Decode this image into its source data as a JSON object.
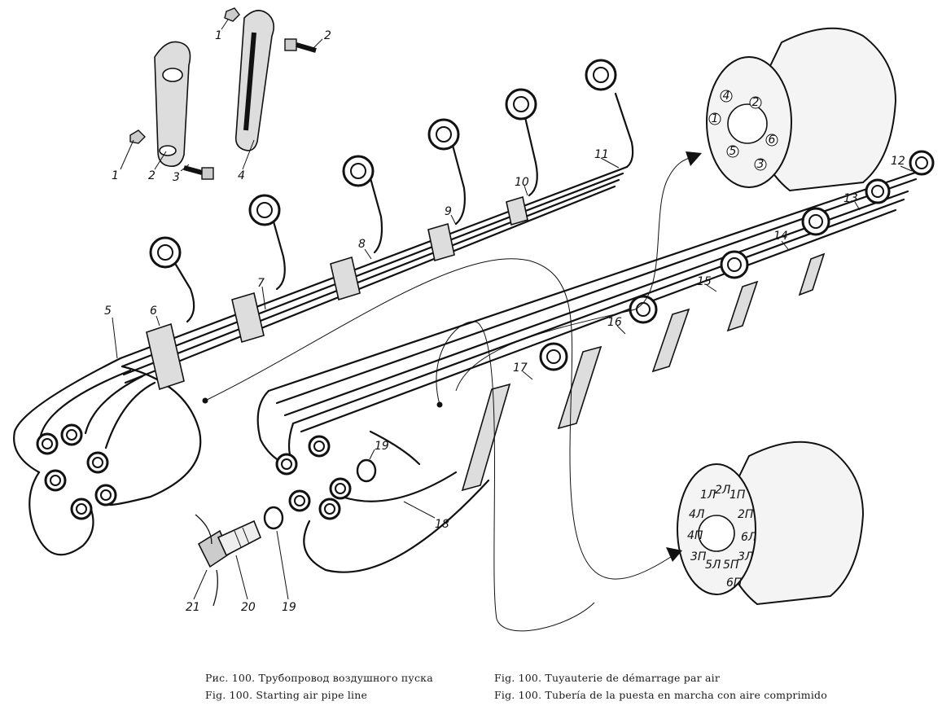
{
  "captions": {
    "ru": "Рис. 100. Трубопровод воздушного пуска",
    "en": "Fig. 100. Starting air pipe line",
    "fr": "Fig. 100. Tuyauterie de démarrage par air",
    "es": "Fig. 100. Tubería de la puesta en marcha con aire comprimido"
  },
  "callouts": [
    "1",
    "1",
    "2",
    "2",
    "3",
    "4",
    "5",
    "6",
    "7",
    "8",
    "9",
    "10",
    "11",
    "12",
    "13",
    "14",
    "15",
    "16",
    "17",
    "18",
    "19",
    "19",
    "20",
    "21"
  ],
  "distributor_upper": {
    "ports": [
      "1",
      "2",
      "3",
      "4",
      "5",
      "6"
    ]
  },
  "distributor_lower": {
    "ports": [
      "1Л",
      "1П",
      "2Л",
      "2П",
      "3Л",
      "3П",
      "4Л",
      "4П",
      "5Л",
      "5П",
      "6Л",
      "6П"
    ]
  }
}
